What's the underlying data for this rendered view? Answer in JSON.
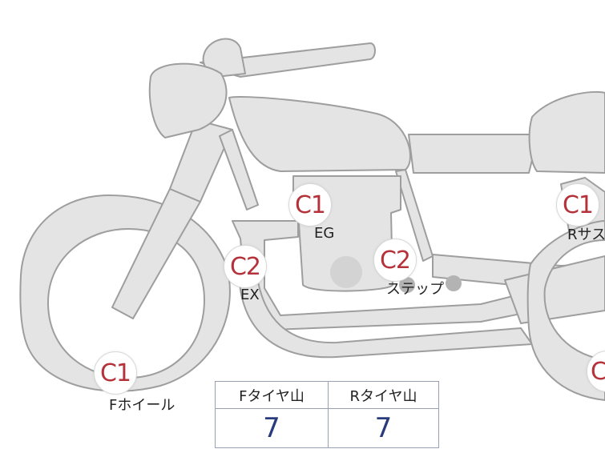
{
  "badges": [
    {
      "id": "eg",
      "code": "C1",
      "label": "EG"
    },
    {
      "id": "ex",
      "code": "C2",
      "label": "EX"
    },
    {
      "id": "step",
      "code": "C2",
      "label": "ステップ"
    },
    {
      "id": "rsus",
      "code": "C1",
      "label": "Rサス"
    },
    {
      "id": "fwheel",
      "code": "C1",
      "label": "Fホイール"
    },
    {
      "id": "rwheel",
      "code": "C"
    }
  ],
  "tread_table": {
    "headers": [
      "Fタイヤ山",
      "Rタイヤ山"
    ],
    "values": [
      "7",
      "7"
    ]
  },
  "colors": {
    "bike_fill": "#e3e4e3",
    "bike_stroke": "#9d9e9d",
    "badge_text": "#b5323a",
    "value_text": "#2a3b7d"
  }
}
